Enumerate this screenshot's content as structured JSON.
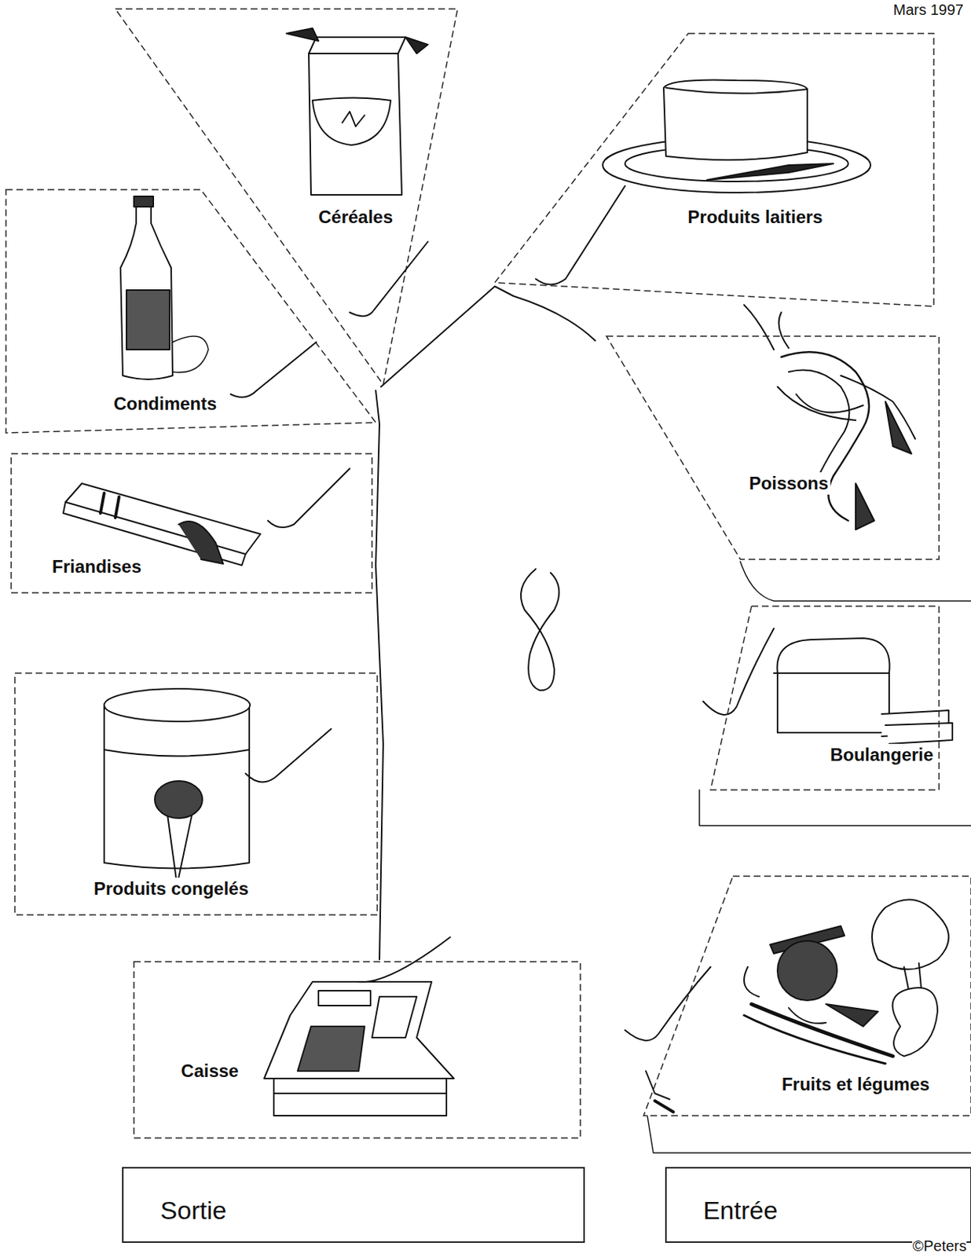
{
  "diagram": {
    "nodes": [
      {
        "text": [
          "Céréales"
        ]
      },
      {
        "text": [
          "Produits laitiers"
        ]
      },
      {
        "text": [
          "Condiments"
        ]
      },
      {
        "text": [
          "Poissons"
        ]
      },
      {
        "text": [
          "Friandises"
        ]
      },
      {
        "text": [
          "Boulangerie"
        ]
      },
      {
        "text": [
          "Produits congelés"
        ]
      },
      {
        "text": [
          "Fruits et légumes"
        ]
      },
      {
        "text": [
          "Caisse"
        ]
      },
      {
        "text": [
          "Sortie"
        ]
      },
      {
        "text": [
          "Entrée"
        ]
      }
    ],
    "labels": [
      "Mars 1997",
      "©Peters"
    ]
  }
}
